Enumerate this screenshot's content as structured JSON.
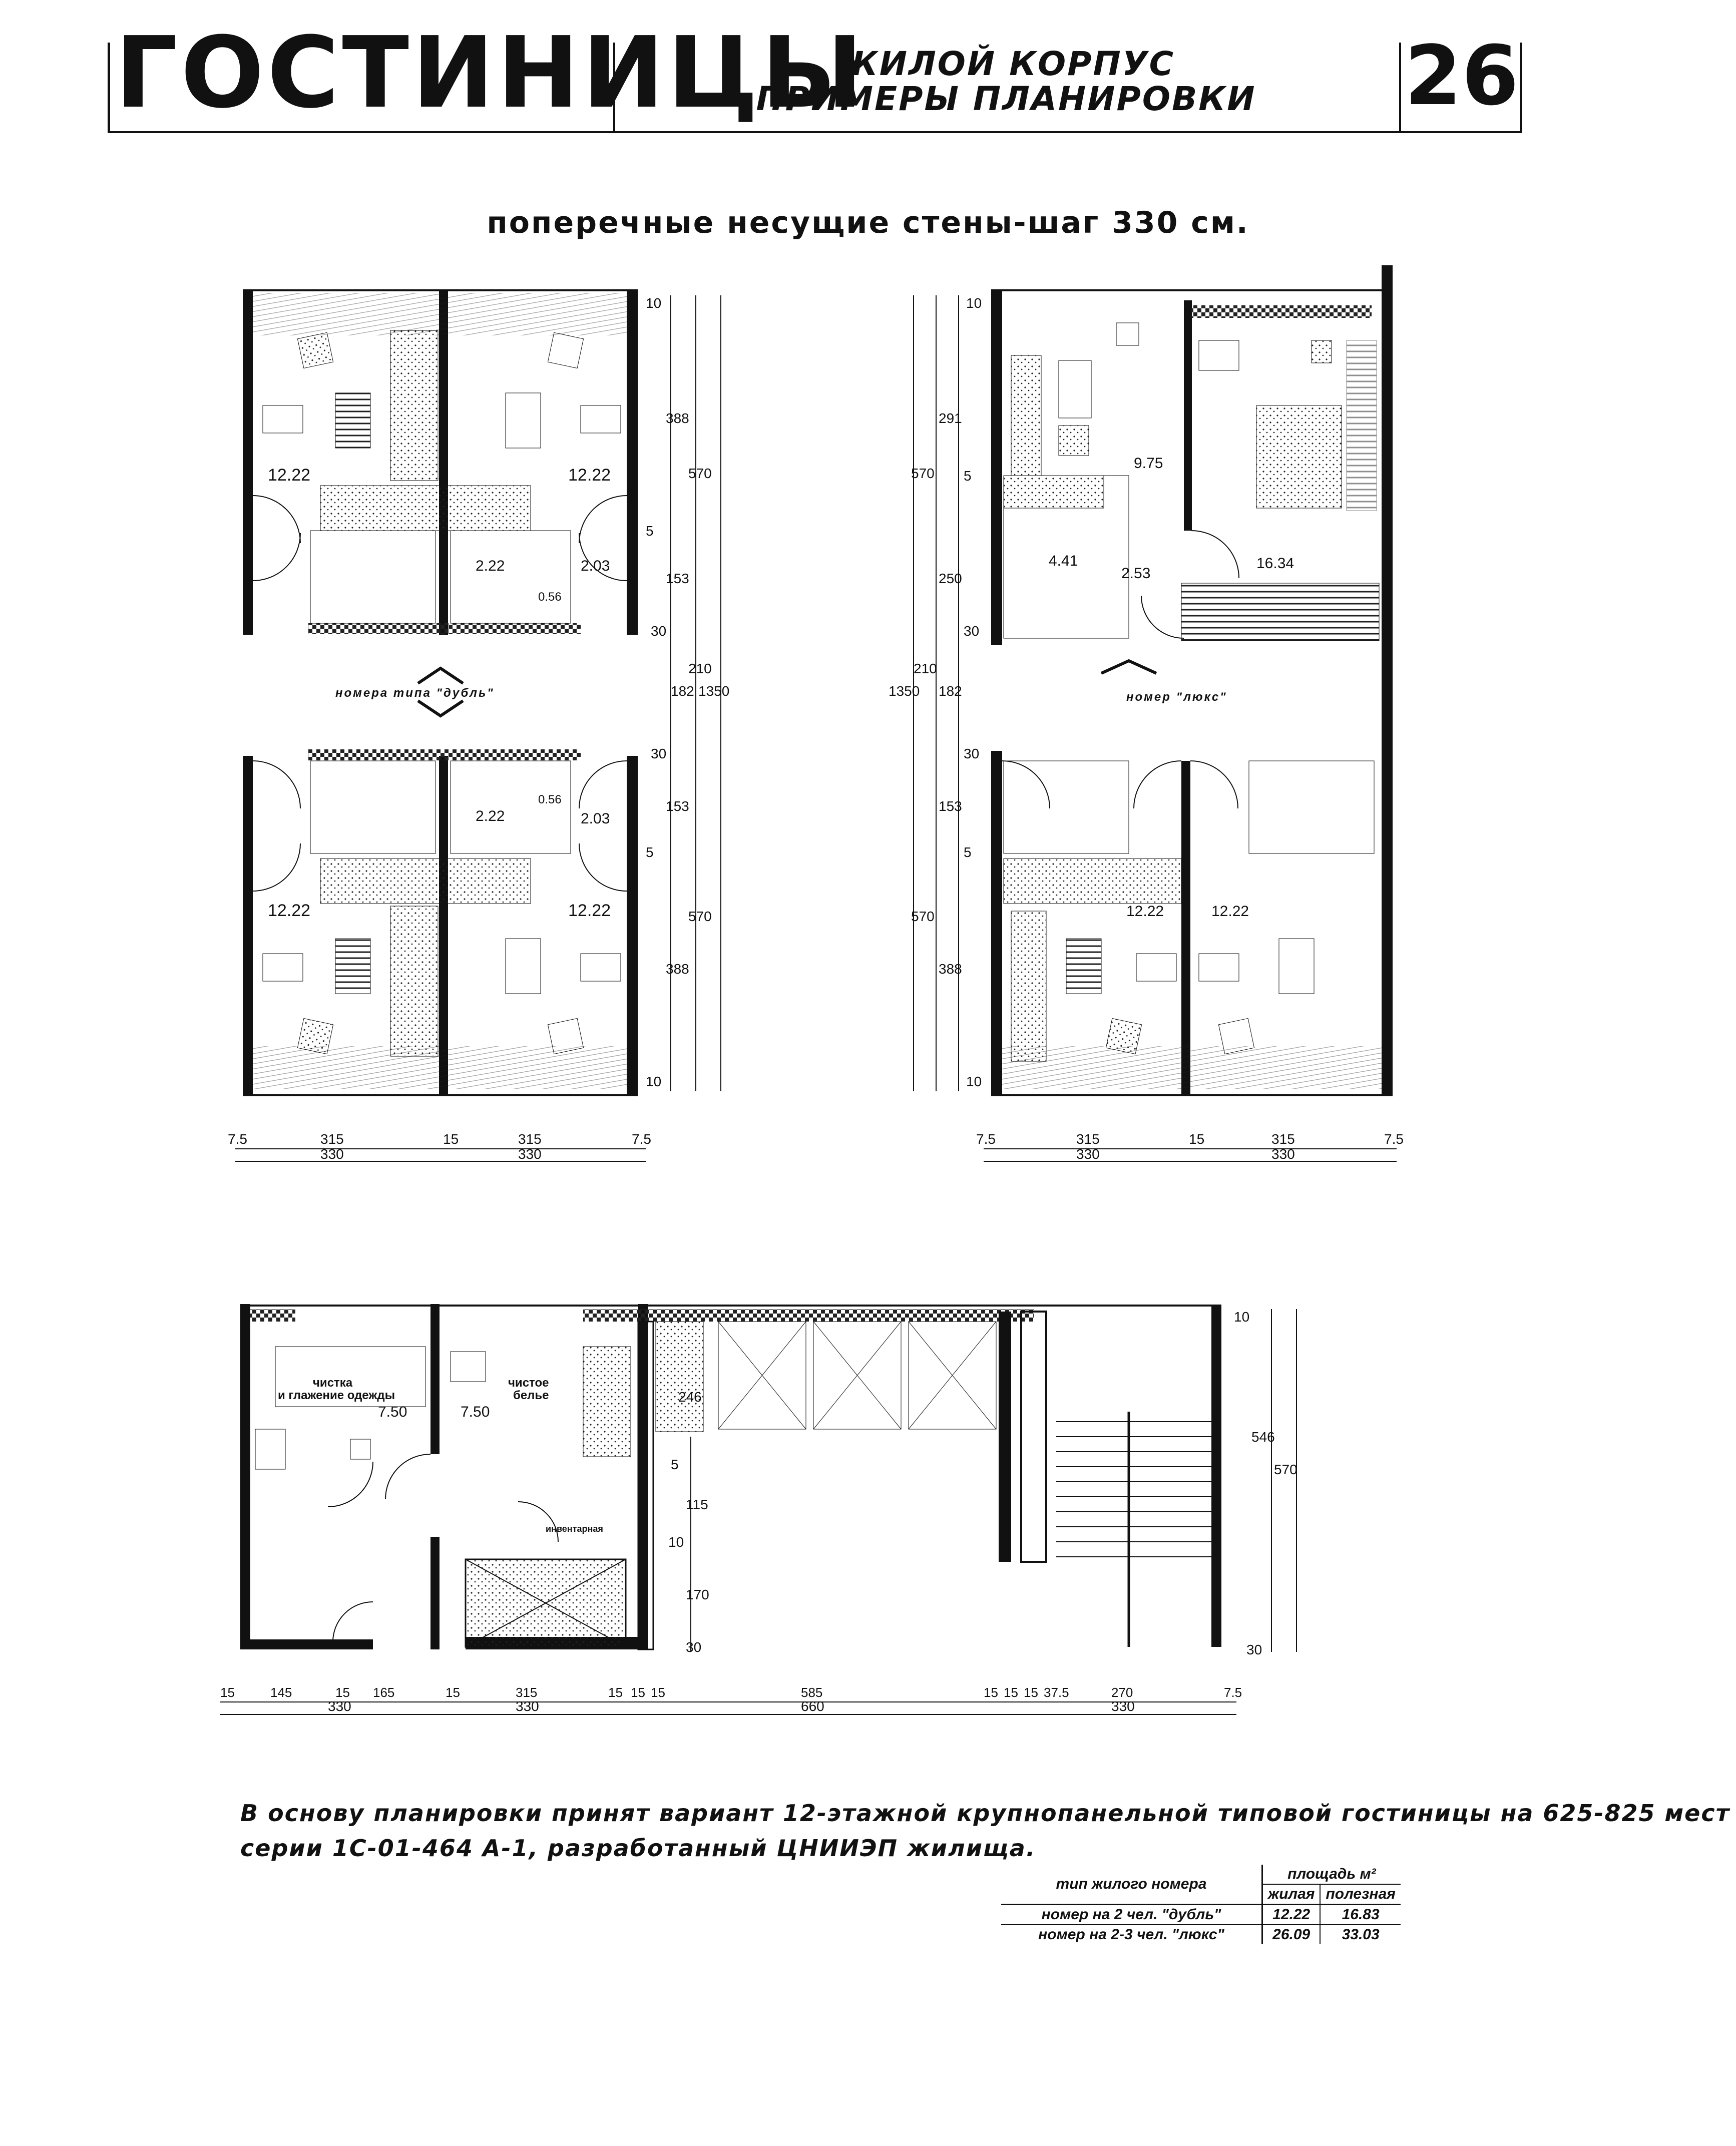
{
  "header": {
    "title": "ГОСТИНИЦЫ",
    "subtitle_line1": "ЖИЛОЙ КОРПУС",
    "subtitle_line2": "ПРИМЕРЫ ПЛАНИРОВКИ",
    "page_number": "26"
  },
  "caption": "поперечные несущие стены-шаг 330 см.",
  "plan_left": {
    "corridor_label": "номера типа \"дубль\"",
    "room_areas": [
      "12.22",
      "12.22",
      "12.22",
      "12.22"
    ],
    "bath_areas": [
      "2.22",
      "2.22"
    ],
    "small_areas": [
      "2.03",
      "2.03",
      "0.56",
      "0.56"
    ],
    "dims_right_a": [
      "10",
      "388",
      "570",
      "5",
      "153",
      "30",
      "210",
      "182",
      "1350",
      "30",
      "153",
      "5",
      "570",
      "388",
      "10"
    ],
    "dims_bottom": [
      "7.5",
      "315",
      "15",
      "315",
      "7.5",
      "330",
      "330"
    ]
  },
  "plan_right": {
    "corridor_label": "номер \"люкс\"",
    "room_areas": [
      "9.75",
      "4.41",
      "2.53",
      "16.34",
      "12.22",
      "12.22"
    ],
    "dims_left": [
      "10",
      "291",
      "570",
      "5",
      "250",
      "30",
      "210",
      "1350",
      "182",
      "30",
      "153",
      "5",
      "570",
      "388",
      "10"
    ],
    "dims_bottom": [
      "7.5",
      "315",
      "15",
      "315",
      "7.5",
      "330",
      "330"
    ]
  },
  "plan_service": {
    "room1_label_a": "чистка",
    "room1_label_b": "и глажение одежды",
    "room1_area": "7.50",
    "room2_label_a": "чистое",
    "room2_label_b": "белье",
    "room2_area": "7.50",
    "inventory_label": "инвентарная",
    "dims_mid": [
      "246",
      "5",
      "115",
      "10",
      "170",
      "30"
    ],
    "dims_right": [
      "10",
      "546",
      "570",
      "30"
    ],
    "dims_bottom_top": [
      "15",
      "145",
      "15",
      "165",
      "15",
      "315",
      "15",
      "15",
      "15",
      "585",
      "15",
      "15",
      "15",
      "37.5",
      "270",
      "7.5"
    ],
    "dims_bottom_low": [
      "330",
      "330",
      "660",
      "330"
    ]
  },
  "note_line1": "В основу планировки принят вариант 12-этажной крупнопанельной типовой гостиницы на 625-825 мест",
  "note_line2": "серии 1С-01-464 А-1, разработанный ЦНИИЭП жилища.",
  "area_table": {
    "col_type": "тип жилого номера",
    "col_area": "площадь м²",
    "col_living": "жилая",
    "col_useful": "полезная",
    "rows": [
      {
        "type": "номер на 2 чел. \"дубль\"",
        "living": "12.22",
        "useful": "16.83"
      },
      {
        "type": "номер на 2-3 чел. \"люкс\"",
        "living": "26.09",
        "useful": "33.03"
      }
    ]
  }
}
